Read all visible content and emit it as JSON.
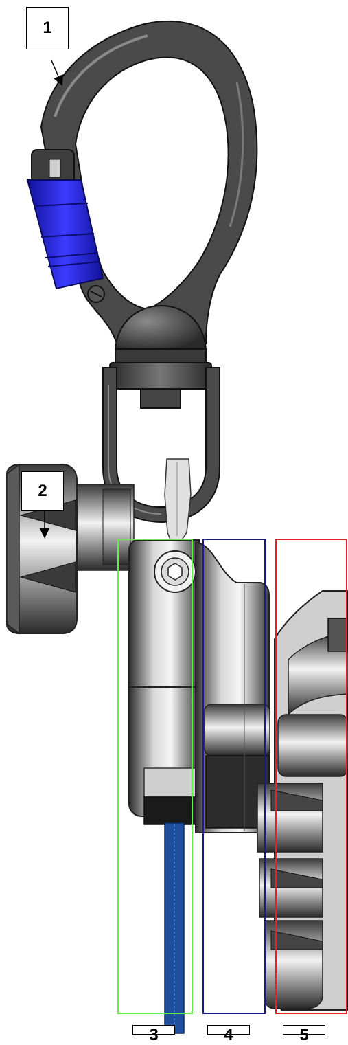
{
  "callouts": [
    {
      "id": "1",
      "label": "1"
    },
    {
      "id": "2",
      "label": "2"
    },
    {
      "id": "3",
      "label": "3"
    },
    {
      "id": "4",
      "label": "4"
    },
    {
      "id": "5",
      "label": "5"
    }
  ],
  "colors": {
    "outline": "#000000",
    "body_gray": "#4a4a4a",
    "gate_blue": "#2323d8",
    "rope_blue": "#1e4f9e",
    "zone_3": "#66ee44",
    "zone_4": "#1a1a8c",
    "zone_5": "#e82020"
  },
  "icons": {
    "carabiner": "carabiner-icon",
    "knob": "handwheel-icon",
    "device": "descender-device-icon"
  }
}
